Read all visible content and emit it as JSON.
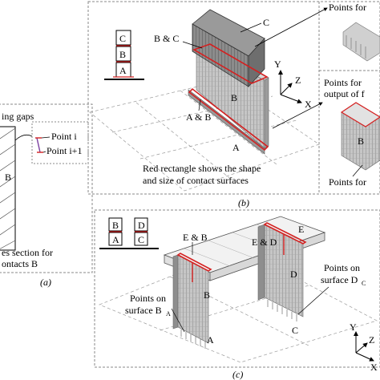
{
  "panel_a": {
    "caption": "(a)",
    "gaps_text": "ing gaps",
    "point_i": "Point i",
    "point_i1": "Point i+1",
    "block_b": "B",
    "section_line1": "es section for",
    "section_line2": "ontacts B"
  },
  "panel_b": {
    "caption": "(b)",
    "stack": [
      "C",
      "B",
      "A"
    ],
    "label_c": "C",
    "label_bc": "B & C",
    "label_ab": "A & B",
    "label_b": "B",
    "label_a": "A",
    "axis_y": "Y",
    "axis_z": "Z",
    "axis_x": "X",
    "note_line1": "Red rectangle shows the shape",
    "note_line2": "and size of contact surfaces",
    "inset_top_text": "Points for",
    "inset_mid_line1": "Points for",
    "inset_mid_line2": "output of f",
    "inset_b": "B",
    "inset_bottom_text": "Points for"
  },
  "panel_c": {
    "caption": "(c)",
    "stack_left": [
      "B",
      "A"
    ],
    "stack_right": [
      "D",
      "C"
    ],
    "label_eb": "E & B",
    "label_ed": "E & D",
    "label_e": "E",
    "label_b": "B",
    "label_d": "D",
    "label_a": "A",
    "label_c": "C",
    "points_ba_line1": "Points on",
    "points_ba_line2": "surface B",
    "points_ba_sub": "A",
    "points_dc_line1": "Points on",
    "points_dc_line2": "surface D",
    "points_dc_sub": "C",
    "axis_y": "Y",
    "axis_z": "Z",
    "axis_x": "X"
  },
  "colors": {
    "contact": "#d42020",
    "block_fill": "#b8b8b8",
    "block_dark": "#6e6e6e"
  }
}
